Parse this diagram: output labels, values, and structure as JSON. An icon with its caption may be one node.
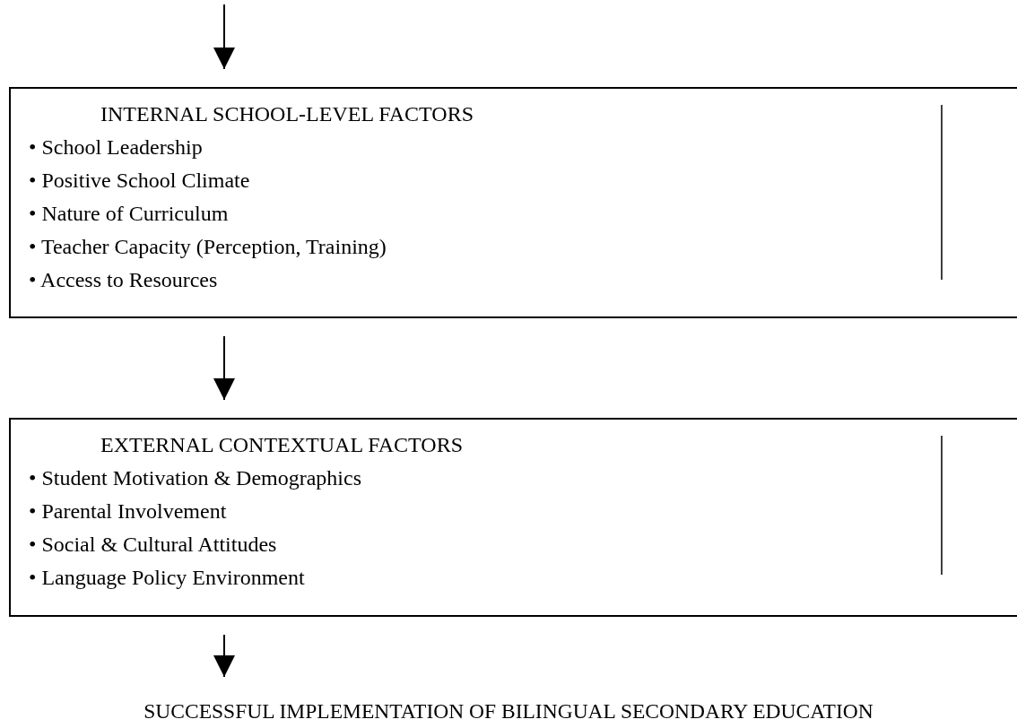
{
  "diagram": {
    "nodes": [
      {
        "text": [
          "INTERNAL SCHOOL-LEVEL FACTORS",
          "• School Leadership",
          "• Positive School Climate",
          "• Nature of Curriculum",
          "• Teacher Capacity (Perception, Training)",
          "• Access to Resources"
        ]
      },
      {
        "text": [
          "EXTERNAL CONTEXTUAL FACTORS",
          "• Student Motivation & Demographics",
          "• Parental Involvement",
          "• Social & Cultural Attitudes",
          "• Language Policy Environment"
        ]
      },
      {
        "text": [
          "SUCCESSFUL IMPLEMENTATION OF BILINGUAL SECONDARY EDUCATION"
        ]
      }
    ],
    "edges": [
      {
        "from": null,
        "to": 0,
        "arrow": "to"
      },
      {
        "from": 0,
        "to": 1,
        "arrow": "to"
      },
      {
        "from": 1,
        "to": 2,
        "arrow": "to"
      }
    ]
  }
}
